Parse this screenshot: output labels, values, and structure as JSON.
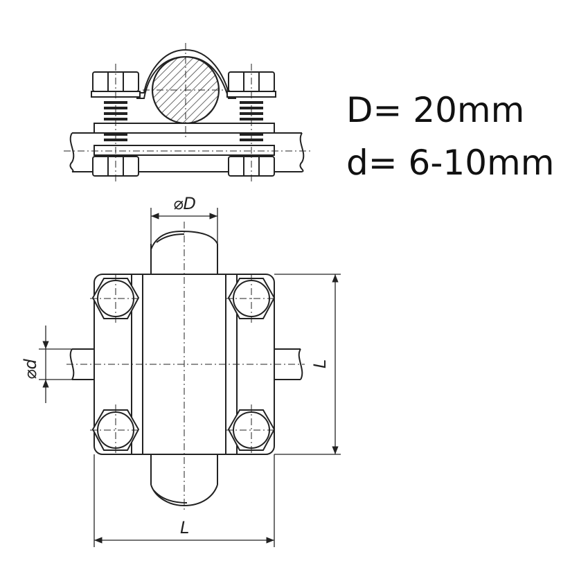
{
  "specs": {
    "D": "D= 20mm",
    "d": "d= 6-10mm"
  },
  "dimensions": {
    "dia_D": "⌀D",
    "dia_d": "⌀d",
    "length_horizontal": "L",
    "length_vertical": "L"
  },
  "colors": {
    "line": "#222222",
    "hatch": "#444444",
    "background": "#ffffff"
  }
}
